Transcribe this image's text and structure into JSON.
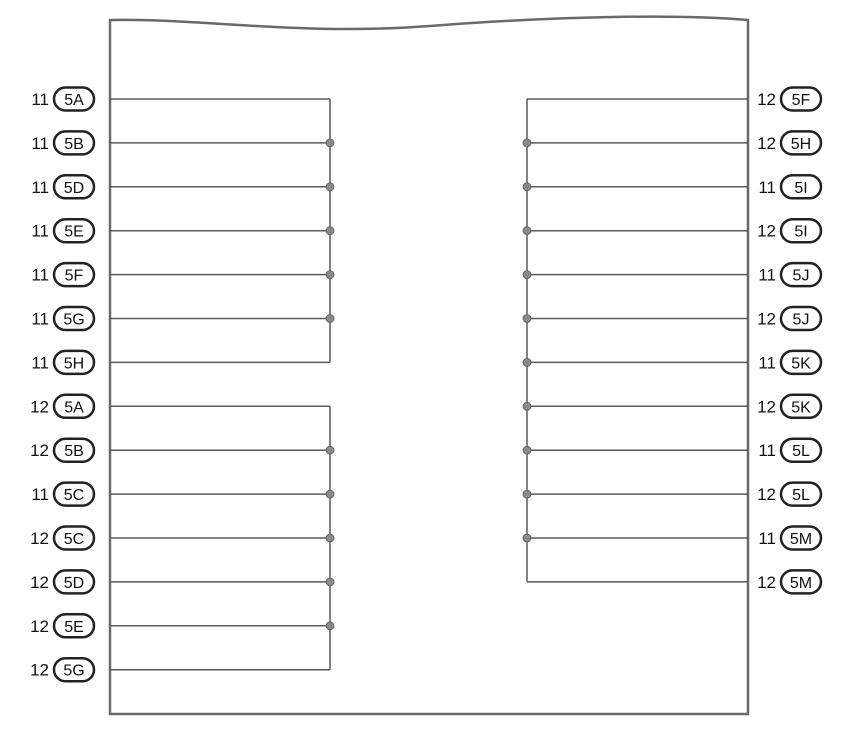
{
  "left_group_a": [
    {
      "num": "11",
      "tag": "5A"
    },
    {
      "num": "11",
      "tag": "5B"
    },
    {
      "num": "11",
      "tag": "5D"
    },
    {
      "num": "11",
      "tag": "5E"
    },
    {
      "num": "11",
      "tag": "5F"
    },
    {
      "num": "11",
      "tag": "5G"
    },
    {
      "num": "11",
      "tag": "5H"
    }
  ],
  "left_group_b": [
    {
      "num": "12",
      "tag": "5A"
    },
    {
      "num": "12",
      "tag": "5B"
    },
    {
      "num": "11",
      "tag": "5C"
    },
    {
      "num": "12",
      "tag": "5C"
    },
    {
      "num": "12",
      "tag": "5D"
    },
    {
      "num": "12",
      "tag": "5E"
    },
    {
      "num": "12",
      "tag": "5G"
    }
  ],
  "right_group": [
    {
      "num": "12",
      "tag": "5F"
    },
    {
      "num": "12",
      "tag": "5H"
    },
    {
      "num": "11",
      "tag": "5I"
    },
    {
      "num": "12",
      "tag": "5I"
    },
    {
      "num": "11",
      "tag": "5J"
    },
    {
      "num": "12",
      "tag": "5J"
    },
    {
      "num": "11",
      "tag": "5K"
    },
    {
      "num": "12",
      "tag": "5K"
    },
    {
      "num": "11",
      "tag": "5L"
    },
    {
      "num": "12",
      "tag": "5L"
    },
    {
      "num": "11",
      "tag": "5M"
    },
    {
      "num": "12",
      "tag": "5M"
    }
  ],
  "colors": {
    "wire": "#5a5a5a",
    "frame": "#6a6a6a",
    "junction": "#8a8a8a",
    "pill_border": "#222222"
  }
}
